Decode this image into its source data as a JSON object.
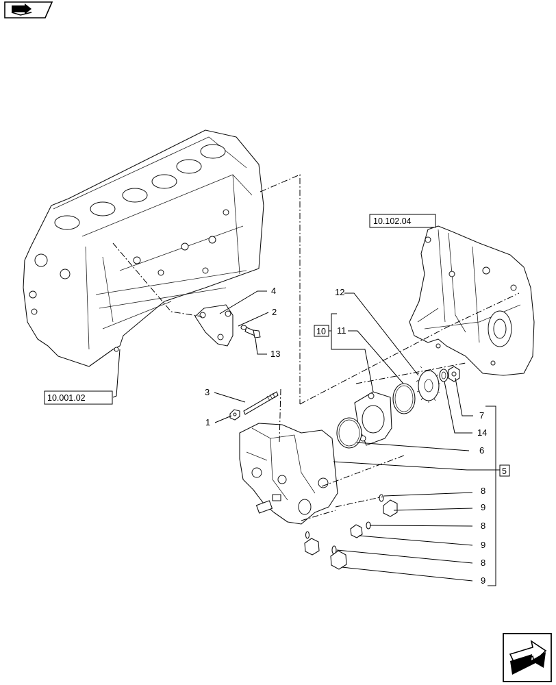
{
  "callouts": {
    "c1": "1",
    "c2": "2",
    "c3": "3",
    "c4": "4",
    "c5": "5",
    "c6": "6",
    "c7": "7",
    "c8a": "8",
    "c8b": "8",
    "c8c": "8",
    "c9a": "9",
    "c9b": "9",
    "c9c": "9",
    "c10": "10",
    "c11": "11",
    "c12": "12",
    "c13": "13",
    "c14": "14"
  },
  "references": {
    "engine_block": "10.001.02",
    "gear_housing": "10.102.04"
  },
  "icons": {
    "top_left": "book-arrow-icon",
    "bottom_right": "next-page-arrow-icon"
  }
}
